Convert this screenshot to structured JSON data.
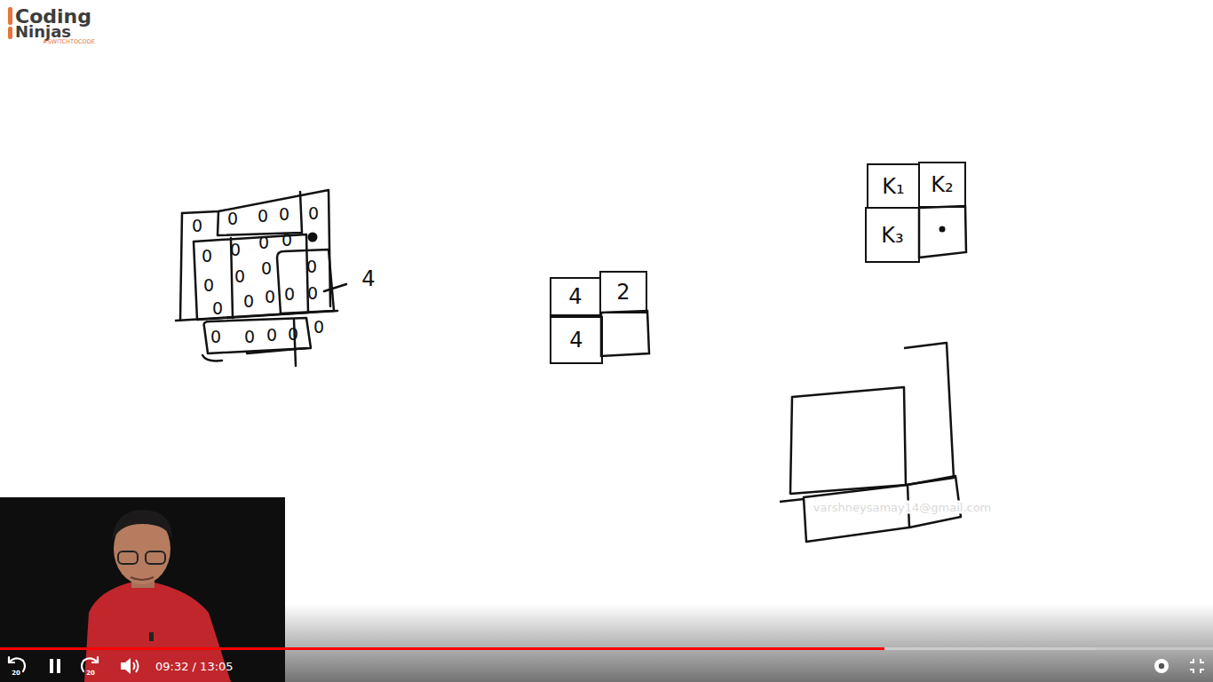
{
  "diagram": {
    "nodes": [
      {
        "text": [
          "4"
        ]
      },
      {
        "text": [
          "2"
        ]
      },
      {
        "text": [
          "4"
        ]
      },
      {
        "text": [
          "K₁"
        ]
      },
      {
        "text": [
          "K₂"
        ]
      },
      {
        "text": [
          "K₃"
        ]
      }
    ],
    "labels": [
      "Coding",
      "Ninjas",
      "#SWITCHTOCODE",
      "0",
      "0",
      "0",
      "0",
      "0",
      "0",
      "0",
      "0",
      "0",
      "0",
      "0",
      "0",
      "0",
      "0",
      "0",
      "0",
      "0",
      "0",
      "0",
      "0",
      "0",
      "0",
      "0",
      "4",
      "20",
      "20",
      "09:32 / 13:05",
      "varshneysamay14@gmail.com"
    ]
  }
}
